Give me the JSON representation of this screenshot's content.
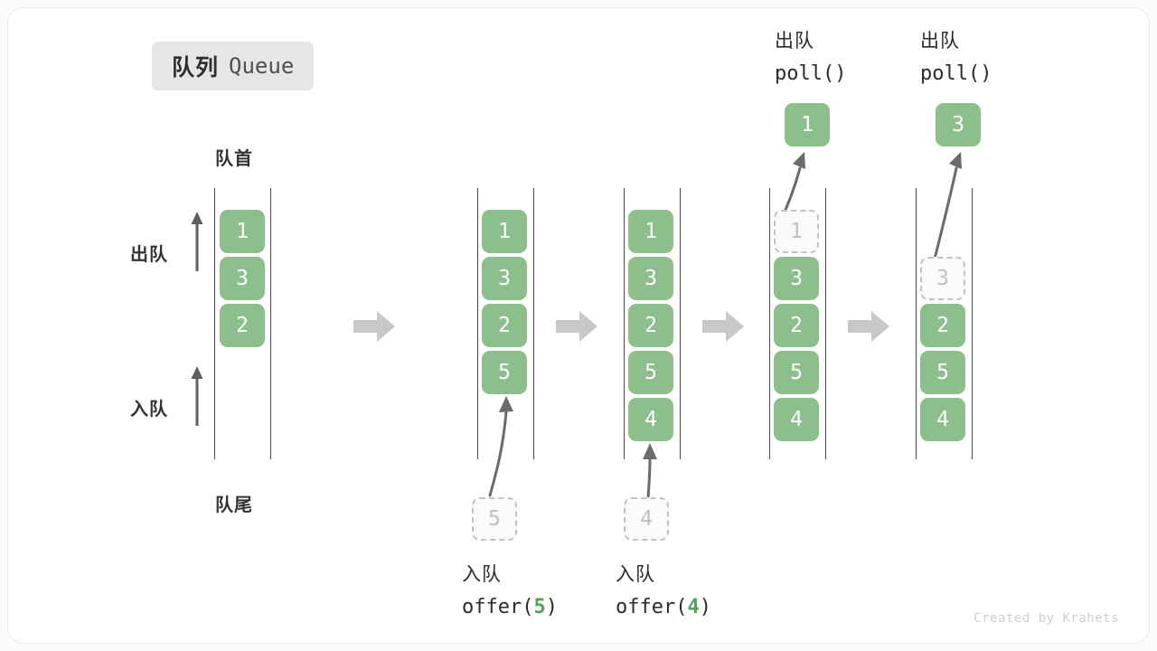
{
  "title": {
    "cn": "队列",
    "en": "Queue"
  },
  "labels": {
    "head": "队首",
    "tail": "队尾",
    "dequeue": "出队",
    "enqueue": "入队"
  },
  "credit": "Created by Krahets",
  "colors": {
    "cell_fill": "#8cbf8c",
    "cell_text": "#ffffff",
    "ghost_border": "#c2c2c2",
    "ghost_text": "#c0c0c0",
    "rail": "#4a4a4a",
    "arrow": "#6b6b6b",
    "step_arrow": "#c8c8c8",
    "badge_bg": "#e6e6e6",
    "accent_green": "#57a05a"
  },
  "side_ops": [
    {
      "name": "dequeue",
      "label": "出队"
    },
    {
      "name": "enqueue",
      "label": "入队"
    }
  ],
  "panels": [
    {
      "id": "initial",
      "cells": [
        {
          "value": "1",
          "state": "filled"
        },
        {
          "value": "3",
          "state": "filled"
        },
        {
          "value": "2",
          "state": "filled"
        }
      ],
      "operation": null,
      "popped": null
    },
    {
      "id": "after-offer-5",
      "cells": [
        {
          "value": "1",
          "state": "filled"
        },
        {
          "value": "3",
          "state": "filled"
        },
        {
          "value": "2",
          "state": "filled"
        },
        {
          "value": "5",
          "state": "filled"
        }
      ],
      "operation": {
        "cn": "入队",
        "code_prefix": "offer(",
        "arg": "5",
        "code_suffix": ")",
        "ghost_value": "5"
      },
      "popped": null
    },
    {
      "id": "after-offer-4",
      "cells": [
        {
          "value": "1",
          "state": "filled"
        },
        {
          "value": "3",
          "state": "filled"
        },
        {
          "value": "2",
          "state": "filled"
        },
        {
          "value": "5",
          "state": "filled"
        },
        {
          "value": "4",
          "state": "filled"
        }
      ],
      "operation": {
        "cn": "入队",
        "code_prefix": "offer(",
        "arg": "4",
        "code_suffix": ")",
        "ghost_value": "4"
      },
      "popped": null
    },
    {
      "id": "after-poll-1",
      "cells": [
        {
          "value": "1",
          "state": "ghost"
        },
        {
          "value": "3",
          "state": "filled"
        },
        {
          "value": "2",
          "state": "filled"
        },
        {
          "value": "5",
          "state": "filled"
        },
        {
          "value": "4",
          "state": "filled"
        }
      ],
      "operation": {
        "cn": "出队",
        "code_prefix": "poll(",
        "arg": "",
        "code_suffix": ")"
      },
      "popped": {
        "value": "1"
      }
    },
    {
      "id": "after-poll-3",
      "cells": [
        {
          "value": "",
          "state": "empty"
        },
        {
          "value": "3",
          "state": "ghost"
        },
        {
          "value": "2",
          "state": "filled"
        },
        {
          "value": "5",
          "state": "filled"
        },
        {
          "value": "4",
          "state": "filled"
        }
      ],
      "operation": {
        "cn": "出队",
        "code_prefix": "poll(",
        "arg": "",
        "code_suffix": ")"
      },
      "popped": {
        "value": "3"
      }
    }
  ]
}
